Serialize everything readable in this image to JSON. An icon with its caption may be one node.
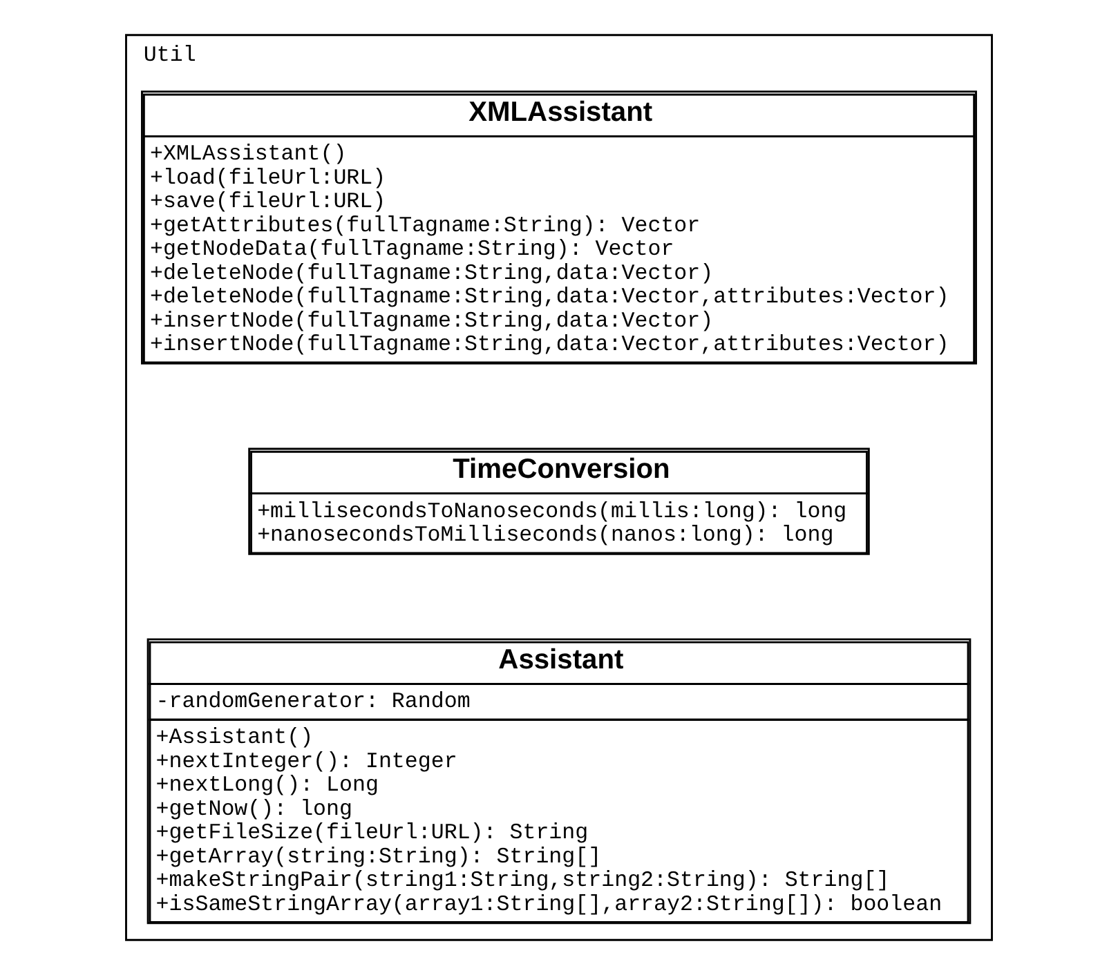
{
  "diagram": {
    "nodes": [
      {
        "text": [
          "Util"
        ]
      },
      {
        "text": [
          "XMLAssistant",
          "+XMLAssistant()",
          "+load(fileUrl:URL)",
          "+save(fileUrl:URL)",
          "+getAttributes(fullTagname:String): Vector",
          "+getNodeData(fullTagname:String): Vector",
          "+deleteNode(fullTagname:String,data:Vector)",
          "+deleteNode(fullTagname:String,data:Vector,attributes:Vector)",
          "+insertNode(fullTagname:String,data:Vector)",
          "+insertNode(fullTagname:String,data:Vector,attributes:Vector)"
        ],
        "in": 0
      },
      {
        "text": [
          "TimeConversion",
          "+millisecondsToNanoseconds(millis:long): long",
          "+nanosecondsToMilliseconds(nanos:long): long"
        ],
        "in": 0
      },
      {
        "text": [
          "Assistant",
          "-randomGenerator: Random",
          "+Assistant()",
          "+nextInteger(): Integer",
          "+nextLong(): Long",
          "+getNow(): long",
          "+getFileSize(fileUrl:URL): String",
          "+getArray(string:String): String[]",
          "+makeStringPair(string1:String,string2:String): String[]",
          "+isSameStringArray(array1:String[],array2:String[]): boolean"
        ],
        "in": 0
      }
    ],
    "edges": []
  }
}
